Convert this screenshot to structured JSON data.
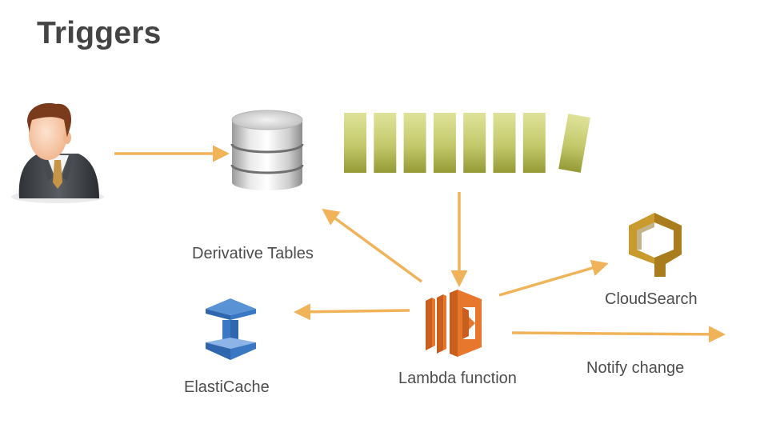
{
  "slide": {
    "title": "Triggers"
  },
  "nodes": {
    "user": {
      "icon": "user-businessman-icon"
    },
    "database": {
      "icon": "database-icon"
    },
    "stream": {
      "icon": "stream-records-icon",
      "record_count": 8
    },
    "lambda": {
      "icon": "aws-lambda-icon",
      "label": "Lambda function"
    },
    "derivative_tables": {
      "label": "Derivative Tables"
    },
    "elasticache": {
      "icon": "aws-elasticache-icon",
      "label": "ElastiCache"
    },
    "cloudsearch": {
      "icon": "aws-cloudsearch-icon",
      "label": "CloudSearch"
    },
    "notify": {
      "label": "Notify change"
    }
  },
  "edges": [
    {
      "from": "user",
      "to": "database"
    },
    {
      "from": "stream",
      "to": "lambda"
    },
    {
      "from": "lambda",
      "to": "database",
      "label_ref": "derivative_tables"
    },
    {
      "from": "lambda",
      "to": "elasticache"
    },
    {
      "from": "lambda",
      "to": "cloudsearch"
    },
    {
      "from": "lambda",
      "to": "notify"
    }
  ],
  "colors": {
    "arrow": "#f0b35a",
    "lambda": "#e8772e",
    "elasticache": "#3b78c3",
    "cloudsearch": "#c99a2e",
    "stream": "#b8bd5a",
    "title": "#444444",
    "label": "#4d4d4d"
  }
}
